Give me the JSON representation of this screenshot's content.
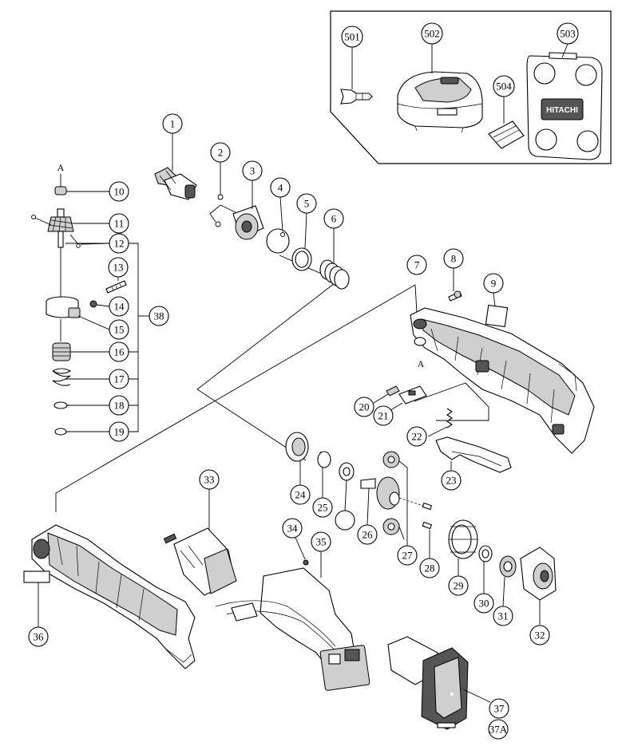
{
  "callouts": {
    "c1": "1",
    "c2": "2",
    "c3": "3",
    "c4": "4",
    "c5": "5",
    "c6": "6",
    "c7": "7",
    "c8": "8",
    "c9": "9",
    "c10": "10",
    "c11": "11",
    "c12": "12",
    "c13": "13",
    "c14": "14",
    "c15": "15",
    "c16": "16",
    "c17": "17",
    "c18": "18",
    "c19": "19",
    "c20": "20",
    "c21": "21",
    "c22": "22",
    "c23": "23",
    "c24": "24",
    "c25": "25",
    "c26": "26",
    "c27": "27",
    "c28": "28",
    "c29": "29",
    "c30": "30",
    "c31": "31",
    "c32": "32",
    "c33": "33",
    "c34": "34",
    "c35": "35",
    "c36": "36",
    "c37": "37",
    "c37a": "37A",
    "c38": "38",
    "c501": "501",
    "c502": "502",
    "c503": "503",
    "c504": "504"
  },
  "markers": {
    "a_left": "A",
    "a_right": "A"
  },
  "logo_text": "HITACHI"
}
